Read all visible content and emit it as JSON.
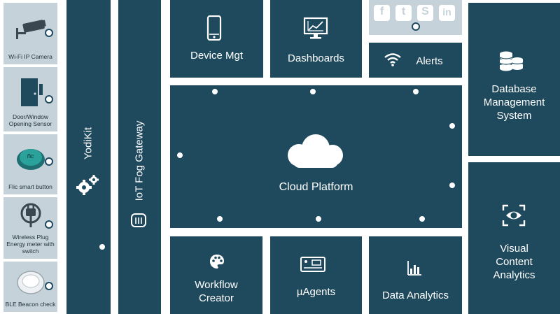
{
  "devices": [
    {
      "label": "Wi-Fi IP Camera",
      "icon": "camera-icon"
    },
    {
      "label": "Door/Window Opening Sensor",
      "icon": "door-sensor-icon"
    },
    {
      "label": "Flic smart button",
      "icon": "flic-button-icon",
      "device_text": "flic"
    },
    {
      "label": "Wireless Plug Energy meter with switch",
      "icon": "plug-icon"
    },
    {
      "label": "BLE Beacon check",
      "icon": "beacon-icon"
    }
  ],
  "yodikit": {
    "label": "YodiKit",
    "icon": "gears-icon"
  },
  "gateway": {
    "label": "IoT Fog Gateway",
    "icon": "router-icon"
  },
  "device_mgt": {
    "label": "Device Mgt",
    "icon": "phone-icon"
  },
  "dashboards": {
    "label": "Dashboards",
    "icon": "monitor-chart-icon"
  },
  "social": {
    "icons": [
      "facebook-icon",
      "twitter-icon",
      "stumbleupon-icon",
      "linkedin-icon"
    ],
    "glyphs": [
      "f",
      "t",
      "S",
      "in"
    ]
  },
  "alerts": {
    "label": "Alerts",
    "icon": "wifi-icon"
  },
  "database": {
    "label": "Database Management System",
    "icon": "database-icon"
  },
  "cloud": {
    "label": "Cloud Platform",
    "icon": "cloud-icon"
  },
  "workflow": {
    "label": "Workflow Creator",
    "icon": "palette-icon"
  },
  "agents": {
    "label": "µAgents",
    "icon": "circuit-board-icon"
  },
  "analytics": {
    "label": "Data Analytics",
    "icon": "bar-chart-icon"
  },
  "visual": {
    "label": "Visual Content Analytics",
    "icon": "eye-scan-icon"
  },
  "colors": {
    "block": "#1f4a5e",
    "device_bg": "#c5d2da",
    "connector": "#ffffff"
  }
}
